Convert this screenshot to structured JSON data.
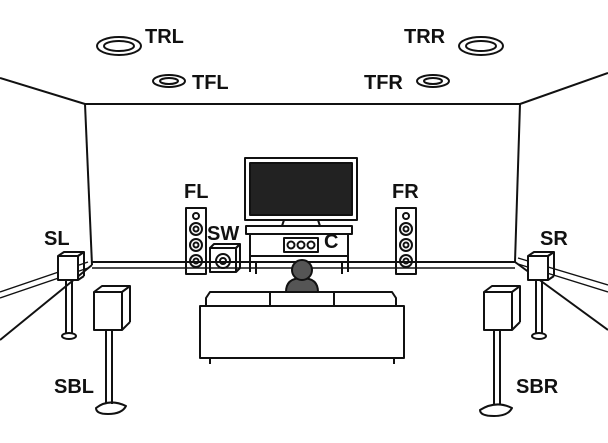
{
  "labels": {
    "trl": "TRL",
    "trr": "TRR",
    "tfl": "TFL",
    "tfr": "TFR",
    "fl": "FL",
    "fr": "FR",
    "sw": "SW",
    "c": "C",
    "sl": "SL",
    "sr": "SR",
    "sbl": "SBL",
    "sbr": "SBR"
  },
  "colors": {
    "line": "#111111",
    "fill": "#ffffff",
    "screen": "#222222",
    "listener": "#555555"
  }
}
